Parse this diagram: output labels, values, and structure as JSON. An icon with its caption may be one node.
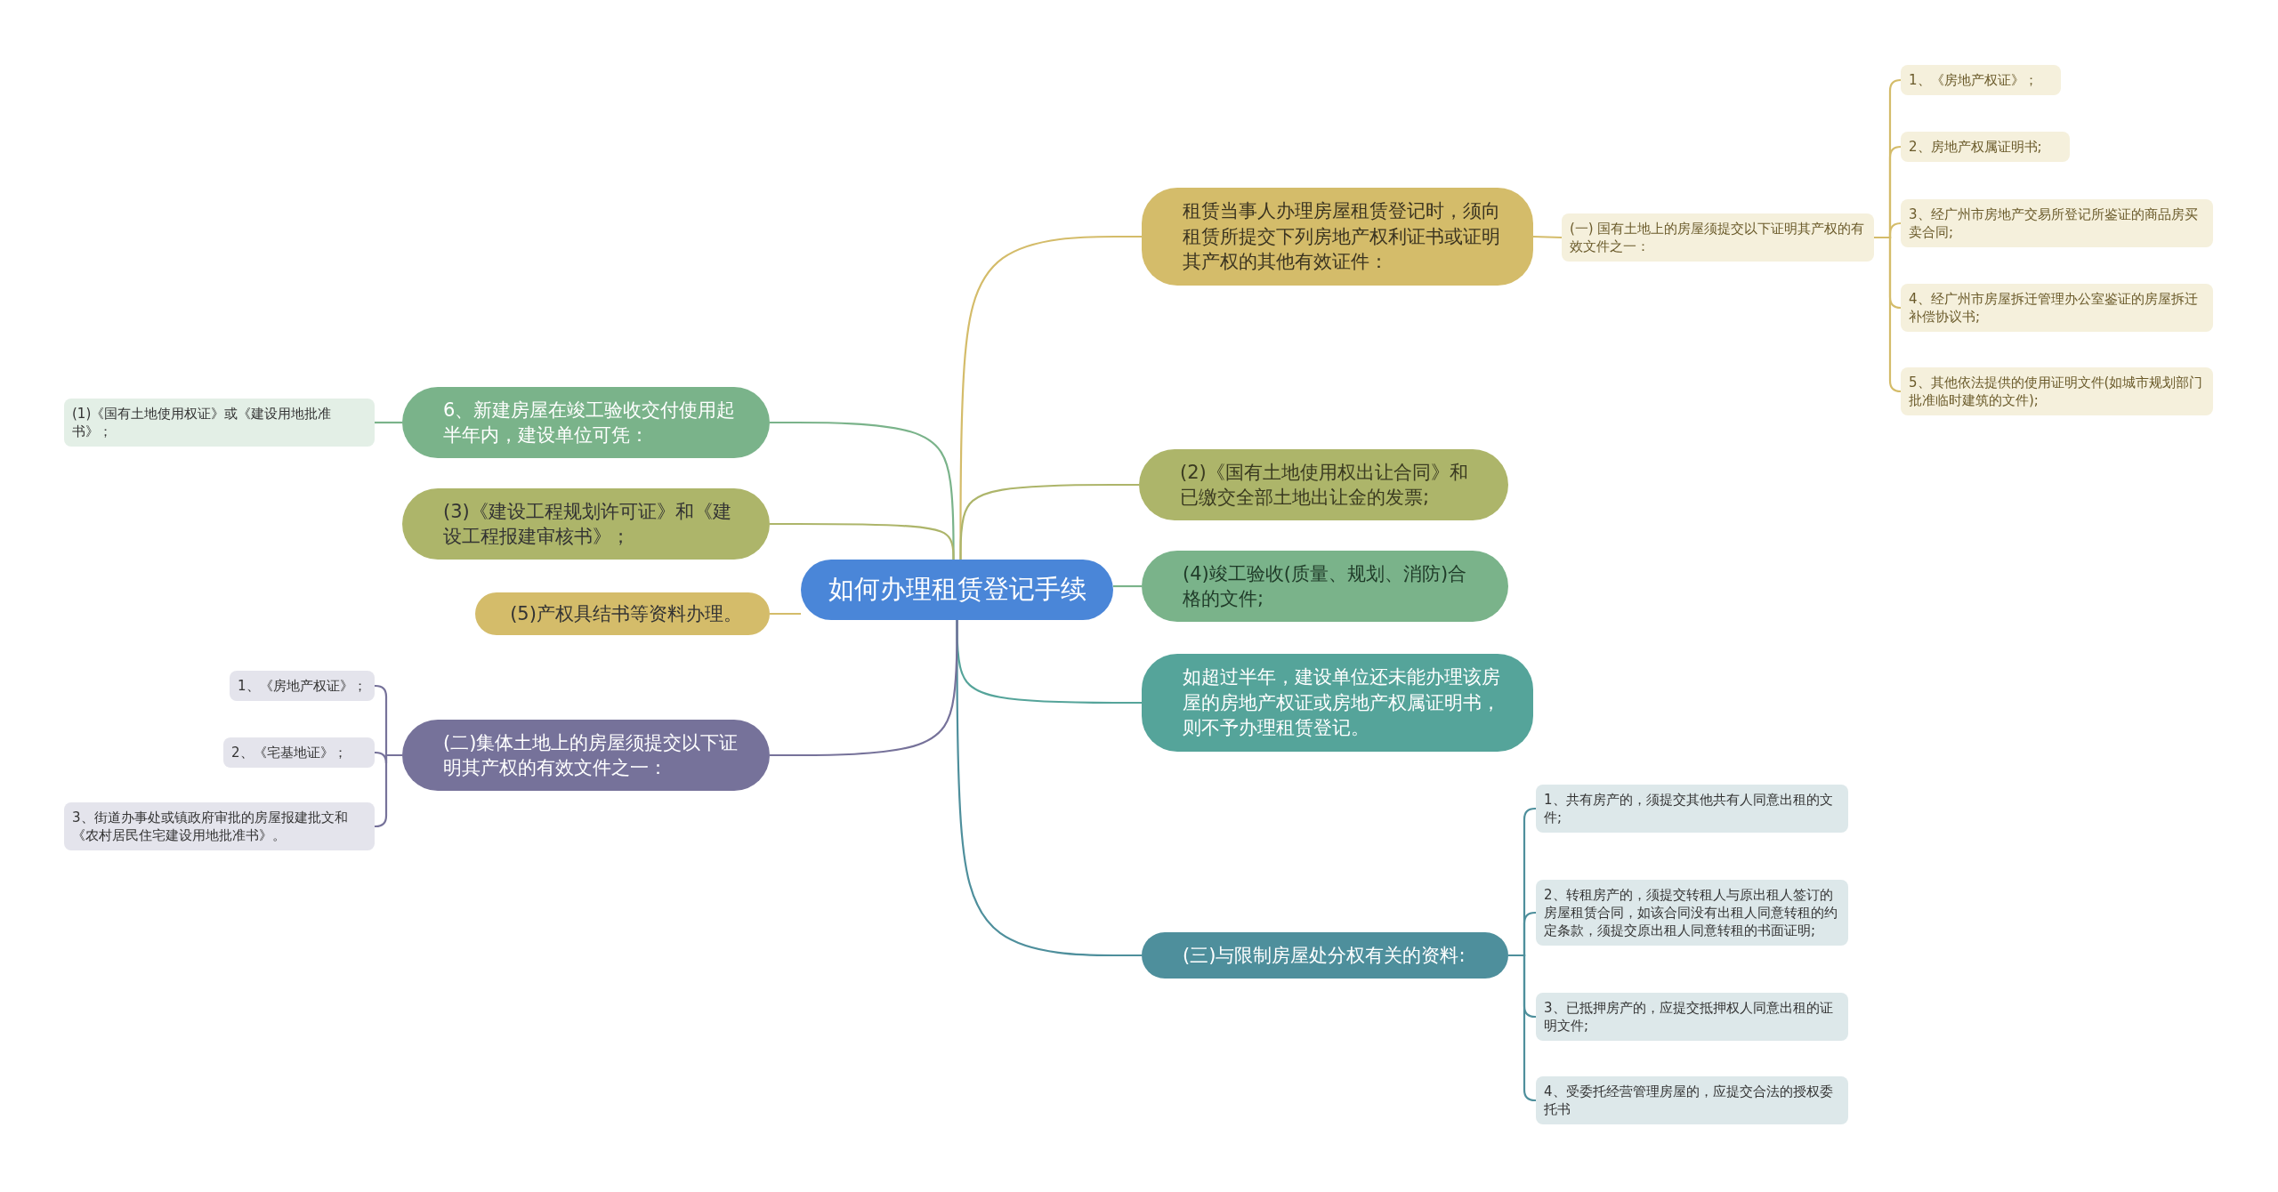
{
  "diagram": {
    "nodes": [
      {
        "text": [
          "如何办理租赁登记手续"
        ]
      },
      {
        "text": [
          "租赁当事人办理房屋租赁登记时，须向租赁所提交下列房地产权利证书或证明其产权的其他有效证件："
        ]
      },
      {
        "text": [
          "(一) 国有土地上的房屋须提交以下证明其产权的有效文件之一："
        ]
      },
      {
        "text": [
          "1、《房地产权证》；"
        ]
      },
      {
        "text": [
          "2、房地产权属证明书;"
        ]
      },
      {
        "text": [
          "3、经广州市房地产交易所登记所鉴证的商品房买卖合同;"
        ]
      },
      {
        "text": [
          "4、经广州市房屋拆迁管理办公室鉴证的房屋拆迁补偿协议书;"
        ]
      },
      {
        "text": [
          "5、其他依法提供的使用证明文件(如城市规划部门批准临时建筑的文件);"
        ]
      },
      {
        "text": [
          "(2)《国有土地使用权出让合同》和已缴交全部土地出让金的发票;"
        ]
      },
      {
        "text": [
          "(4)竣工验收(质量、规划、消防)合格的文件;"
        ]
      },
      {
        "text": [
          "如超过半年，建设单位还未能办理该房屋的房地产权证或房地产权属证明书，则不予办理租赁登记。"
        ]
      },
      {
        "text": [
          "(三)与限制房屋处分权有关的资料:"
        ]
      },
      {
        "text": [
          "1、共有房产的，须提交其他共有人同意出租的文件;"
        ]
      },
      {
        "text": [
          "2、转租房产的，须提交转租人与原出租人签订的房屋租赁合同，如该合同没有出租人同意转租的约定条款，须提交原出租人同意转租的书面证明;"
        ]
      },
      {
        "text": [
          "3、已抵押房产的，应提交抵押权人同意出租的证明文件;"
        ]
      },
      {
        "text": [
          "4、受委托经营管理房屋的，应提交合法的授权委托书"
        ]
      },
      {
        "text": [
          "6、新建房屋在竣工验收交付使用起半年内，建设单位可凭："
        ]
      },
      {
        "text": [
          "(1)《国有土地使用权证》或《建设用地批准书》；"
        ]
      },
      {
        "text": [
          "(3)《建设工程规划许可证》和《建设工程报建审核书》；"
        ]
      },
      {
        "text": [
          "(5)产权具结书等资料办理。"
        ]
      },
      {
        "text": [
          "(二)集体土地上的房屋须提交以下证明其产权的有效文件之一："
        ]
      },
      {
        "text": [
          "1、《房地产权证》；"
        ]
      },
      {
        "text": [
          "2、《宅基地证》；"
        ]
      },
      {
        "text": [
          "3、街道办事处或镇政府审批的房屋报建批文和《农村居民住宅建设用地批准书》。"
        ]
      }
    ],
    "edges": [
      {
        "from": 0,
        "to": 1,
        "arrow": "none",
        "color": "#d4bc6a"
      },
      {
        "from": 1,
        "to": 2,
        "arrow": "none",
        "color": "#d4bc6a"
      },
      {
        "from": 2,
        "to": 3,
        "arrow": "none",
        "color": "#d4bc6a"
      },
      {
        "from": 2,
        "to": 4,
        "arrow": "none",
        "color": "#d4bc6a"
      },
      {
        "from": 2,
        "to": 5,
        "arrow": "none",
        "color": "#d4bc6a"
      },
      {
        "from": 2,
        "to": 6,
        "arrow": "none",
        "color": "#d4bc6a"
      },
      {
        "from": 2,
        "to": 7,
        "arrow": "none",
        "color": "#d4bc6a"
      },
      {
        "from": 0,
        "to": 8,
        "arrow": "none",
        "color": "#adb56a"
      },
      {
        "from": 0,
        "to": 9,
        "arrow": "none",
        "color": "#7ab38a"
      },
      {
        "from": 0,
        "to": 10,
        "arrow": "none",
        "color": "#55a49a"
      },
      {
        "from": 0,
        "to": 11,
        "arrow": "none",
        "color": "#4e8f9c"
      },
      {
        "from": 11,
        "to": 12,
        "arrow": "none",
        "color": "#4e8f9c"
      },
      {
        "from": 11,
        "to": 13,
        "arrow": "none",
        "color": "#4e8f9c"
      },
      {
        "from": 11,
        "to": 14,
        "arrow": "none",
        "color": "#4e8f9c"
      },
      {
        "from": 11,
        "to": 15,
        "arrow": "none",
        "color": "#4e8f9c"
      },
      {
        "from": 0,
        "to": 16,
        "arrow": "none",
        "color": "#7ab38a"
      },
      {
        "from": 16,
        "to": 17,
        "arrow": "none",
        "color": "#7ab38a"
      },
      {
        "from": 0,
        "to": 18,
        "arrow": "none",
        "color": "#adb56a"
      },
      {
        "from": 0,
        "to": 19,
        "arrow": "none",
        "color": "#d4bc6a"
      },
      {
        "from": 0,
        "to": 20,
        "arrow": "none",
        "color": "#76729a"
      },
      {
        "from": 20,
        "to": 21,
        "arrow": "none",
        "color": "#76729a"
      },
      {
        "from": 20,
        "to": 22,
        "arrow": "none",
        "color": "#76729a"
      },
      {
        "from": 20,
        "to": 23,
        "arrow": "none",
        "color": "#76729a"
      }
    ]
  }
}
